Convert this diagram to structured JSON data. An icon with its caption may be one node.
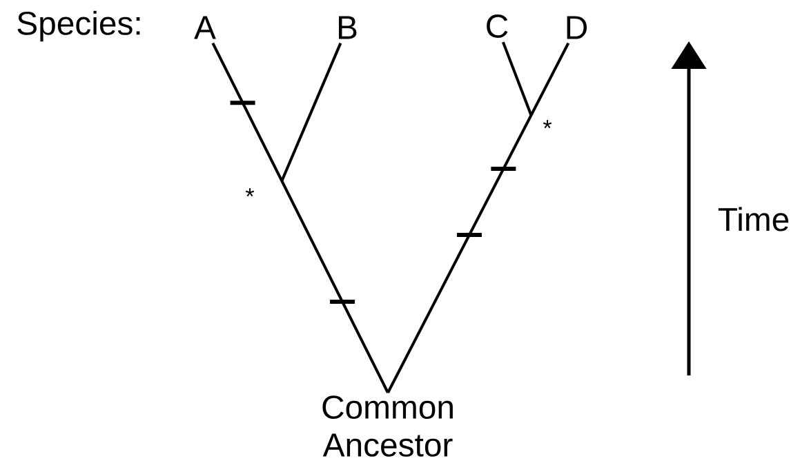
{
  "diagram": {
    "nodes": [
      {
        "text": [
          "A"
        ]
      },
      {
        "text": [
          "B"
        ]
      },
      {
        "text": [
          "C"
        ]
      },
      {
        "text": [
          "D"
        ]
      },
      {
        "text": [
          "Common Ancestor"
        ]
      }
    ],
    "edges": [
      {
        "from": 4,
        "to": 0,
        "arrow": "none"
      },
      {
        "from": null,
        "to": 1,
        "arrow": "none"
      },
      {
        "from": null,
        "to": 2,
        "arrow": "none"
      },
      {
        "from": 4,
        "to": 3,
        "arrow": "none"
      }
    ],
    "labels": [
      "Species:",
      "*",
      "*",
      "Time"
    ]
  }
}
